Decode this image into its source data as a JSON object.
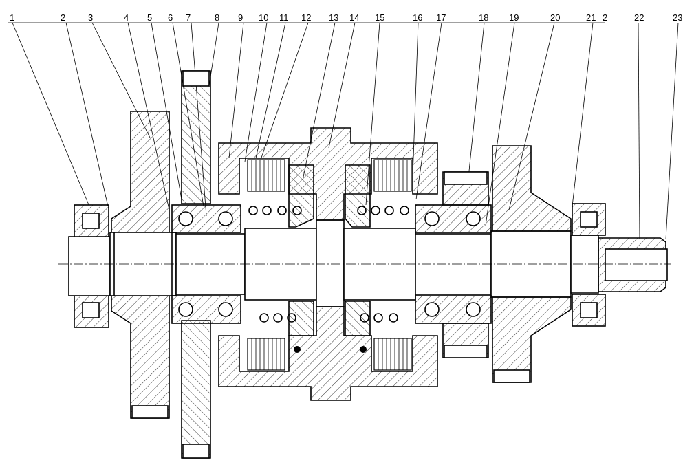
{
  "labels": [
    "1",
    "2",
    "3",
    "4",
    "5",
    "6",
    "7",
    "8",
    "9",
    "10",
    "11",
    "12",
    "13",
    "14",
    "15",
    "16",
    "17",
    "18",
    "19",
    "20",
    "21",
    "2",
    "22",
    "23"
  ]
}
